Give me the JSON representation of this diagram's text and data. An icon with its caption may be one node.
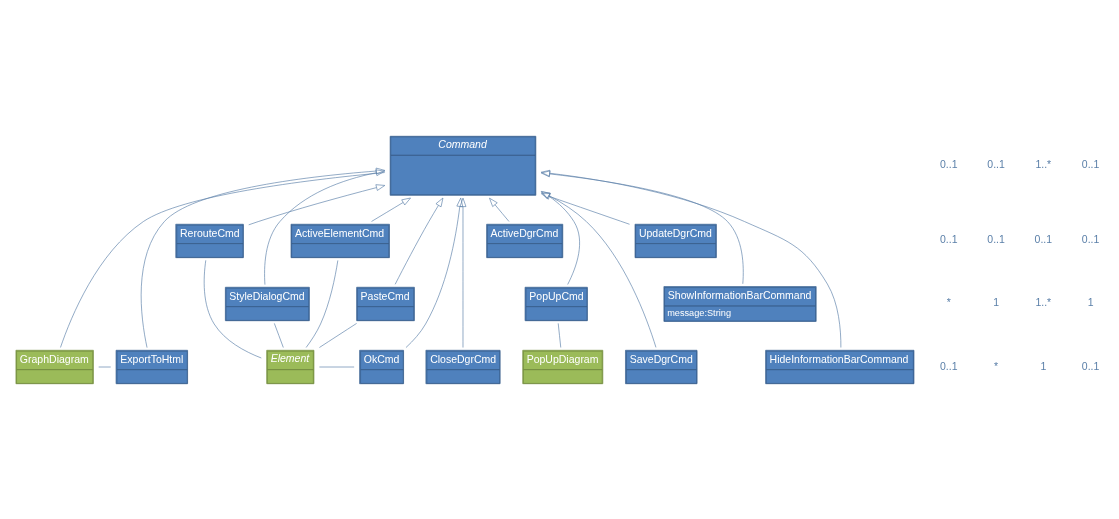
{
  "diagram": {
    "nodes": [
      {
        "text": [
          "Command"
        ]
      },
      {
        "text": [
          "GraphDiagram"
        ]
      },
      {
        "text": [
          "ExportToHtml"
        ]
      },
      {
        "text": [
          "RerouteCmd"
        ]
      },
      {
        "text": [
          "StyleDialogCmd"
        ]
      },
      {
        "text": [
          "CloseDgrCmd"
        ]
      },
      {
        "text": [
          "ActiveDgrCmd"
        ]
      },
      {
        "text": [
          "PopUpCmd"
        ]
      },
      {
        "text": [
          "OkCmd"
        ]
      },
      {
        "text": [
          "SaveDgrCmd"
        ]
      },
      {
        "text": [
          "PopUpDiagram"
        ]
      },
      {
        "text": [
          "Element"
        ]
      },
      {
        "text": [
          "ActiveElementCmd"
        ]
      },
      {
        "text": [
          "UpdateDgrCmd"
        ]
      },
      {
        "text": [
          "PasteCmd"
        ]
      },
      {
        "text": [
          "ShowInformationBarCommand",
          "message:String"
        ]
      },
      {
        "text": [
          "HideInformationBarCommand"
        ]
      }
    ],
    "edges": [
      {
        "from": 0,
        "to": 1,
        "arrow": "none"
      },
      {
        "from": 1,
        "to": 2,
        "arrow": "none"
      },
      {
        "from": 2,
        "to": 0,
        "arrow": "to"
      },
      {
        "from": 3,
        "to": 0,
        "arrow": "to"
      },
      {
        "from": 4,
        "to": 0,
        "arrow": "to"
      },
      {
        "from": 5,
        "to": 0,
        "arrow": "to"
      },
      {
        "from": 6,
        "to": 0,
        "arrow": "to"
      },
      {
        "from": 7,
        "to": 0,
        "arrow": "to"
      },
      {
        "from": 9,
        "to": 0,
        "arrow": "to"
      },
      {
        "from": 13,
        "to": 0,
        "arrow": "to"
      },
      {
        "from": 15,
        "to": 0,
        "arrow": "to"
      },
      {
        "from": 16,
        "to": 0,
        "arrow": "to"
      },
      {
        "from": 12,
        "to": 0,
        "arrow": "to"
      },
      {
        "from": 14,
        "to": 0,
        "arrow": "to"
      },
      {
        "from": 8,
        "to": 0,
        "arrow": "to"
      },
      {
        "from": 7,
        "to": 10,
        "arrow": "none"
      },
      {
        "from": 3,
        "to": 11,
        "arrow": "none"
      },
      {
        "from": 4,
        "to": 11,
        "arrow": "none"
      },
      {
        "from": 8,
        "to": 11,
        "arrow": "none"
      },
      {
        "from": 12,
        "to": 11,
        "arrow": "none"
      },
      {
        "from": 14,
        "to": 11,
        "arrow": "none"
      }
    ],
    "labels": [
      "0..1",
      "0..1",
      "1..*",
      "0..1",
      "0..1",
      "0..1",
      "0..1",
      "0..1",
      "*",
      "1",
      "1..*",
      "1",
      "0..1",
      "*",
      "1",
      "0..1"
    ]
  }
}
